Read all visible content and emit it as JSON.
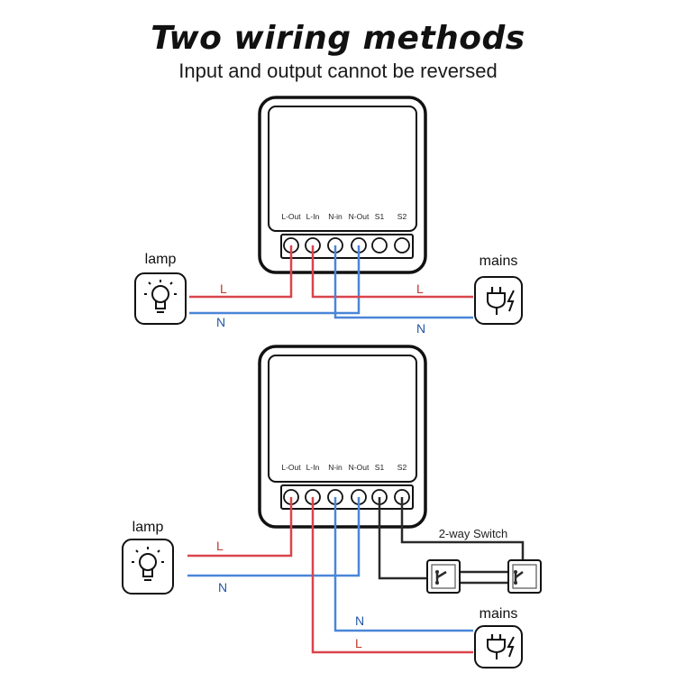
{
  "title": "Two wiring methods",
  "subtitle": "Input and output cannot be reversed",
  "terminals": [
    "L-Out",
    "L-In",
    "N-in",
    "N-Out",
    "S1",
    "S2"
  ],
  "diagram1": {
    "lamp_label": "lamp",
    "mains_label": "mains",
    "lamp_live": "L",
    "lamp_neutral": "N",
    "mains_live": "L",
    "mains_neutral": "N"
  },
  "diagram2": {
    "lamp_label": "lamp",
    "mains_label": "mains",
    "lamp_live": "L",
    "lamp_neutral": "N",
    "mains_live": "L",
    "mains_neutral": "N",
    "switch_label": "2-way Switch"
  },
  "colors": {
    "live": "#d9454c",
    "neutral": "#4a86d8",
    "switch_wire": "#2a2a2a",
    "outline": "#111111"
  },
  "icons": [
    "lightbulb-icon",
    "plug-icon"
  ]
}
